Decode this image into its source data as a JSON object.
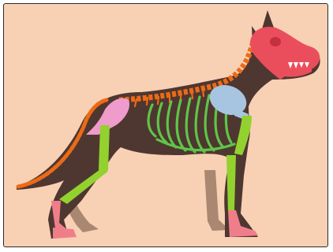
{
  "figure": {
    "colors": {
      "background": "#f8d0b4",
      "frame": "#2b2b2b",
      "body_silhouette": "#4e3730",
      "far_legs": "#a98771",
      "skull": "#ea4e5c",
      "spine": "#ec6a16",
      "ribs": "#5fc548",
      "limb_bones": "#93d12f",
      "scapula": "#a7c4e0",
      "pelvis": "#ef9bcb",
      "paws": "#f07e8a",
      "teeth": "#ffffff"
    },
    "bones": [
      {
        "part": "skull",
        "color_key": "skull"
      },
      {
        "part": "vertebral-column",
        "color_key": "spine"
      },
      {
        "part": "tail-vertebrae",
        "color_key": "spine"
      },
      {
        "part": "ribs",
        "color_key": "ribs"
      },
      {
        "part": "scapula",
        "color_key": "scapula"
      },
      {
        "part": "pelvis",
        "color_key": "pelvis"
      },
      {
        "part": "foreleg-bones",
        "color_key": "limb_bones"
      },
      {
        "part": "hindleg-bones",
        "color_key": "limb_bones"
      },
      {
        "part": "paws",
        "color_key": "paws"
      }
    ]
  }
}
